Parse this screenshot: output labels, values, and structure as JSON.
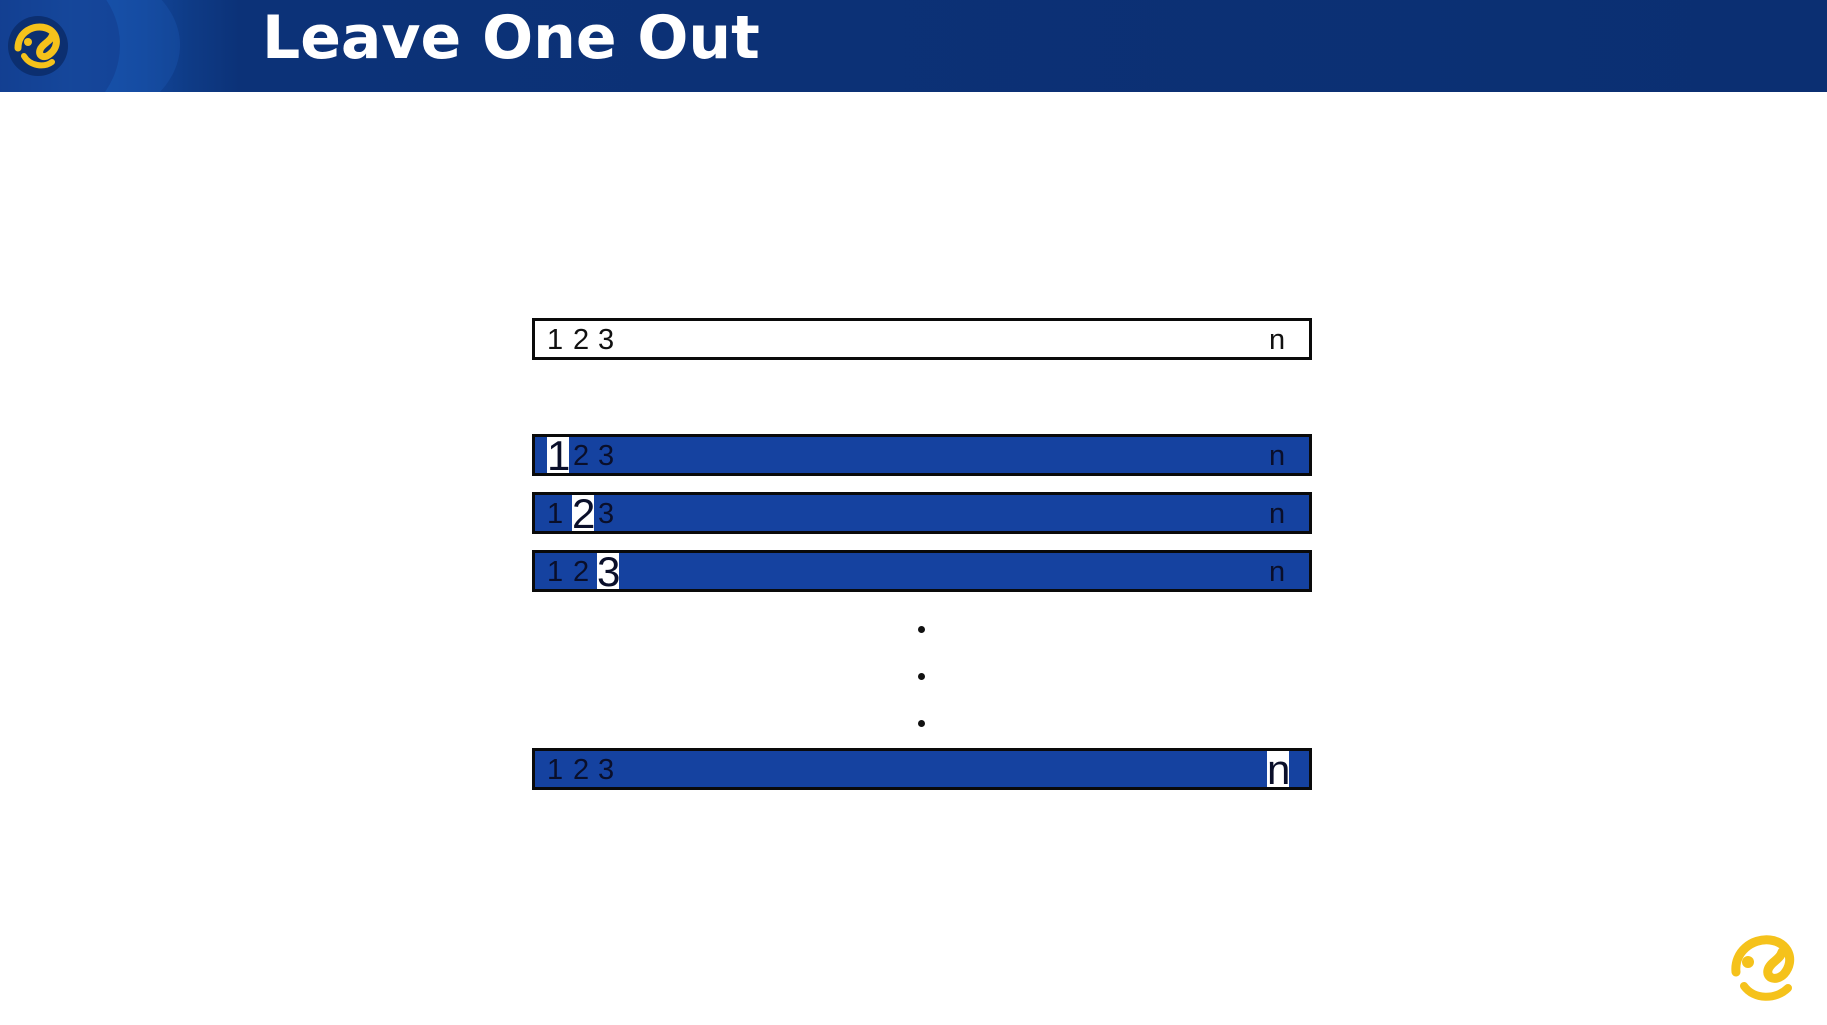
{
  "header": {
    "title": "Leave One Out",
    "logo_icon": "turkcell-logo-icon",
    "colors": {
      "background": "#0b2f72",
      "logo": "#f5c21b"
    }
  },
  "diagram": {
    "full_dataset": {
      "labels": [
        "1",
        "2",
        "3",
        "n"
      ]
    },
    "folds": [
      {
        "labels": [
          "1",
          "2",
          "3",
          "n"
        ],
        "held_out": "1"
      },
      {
        "labels": [
          "1",
          "2",
          "3",
          "n"
        ],
        "held_out": "2"
      },
      {
        "labels": [
          "1",
          "2",
          "3",
          "n"
        ],
        "held_out": "3"
      },
      {
        "labels": [
          "1",
          "2",
          "3",
          "n"
        ],
        "held_out": "n"
      }
    ],
    "ellipsis_icon": "vertical-ellipsis-icon",
    "colors": {
      "fold_fill": "#1542a0",
      "held_out_fill": "#ffffff",
      "border": "#0a0a0a"
    }
  },
  "footer": {
    "logo_icon": "turkcell-logo-icon"
  }
}
